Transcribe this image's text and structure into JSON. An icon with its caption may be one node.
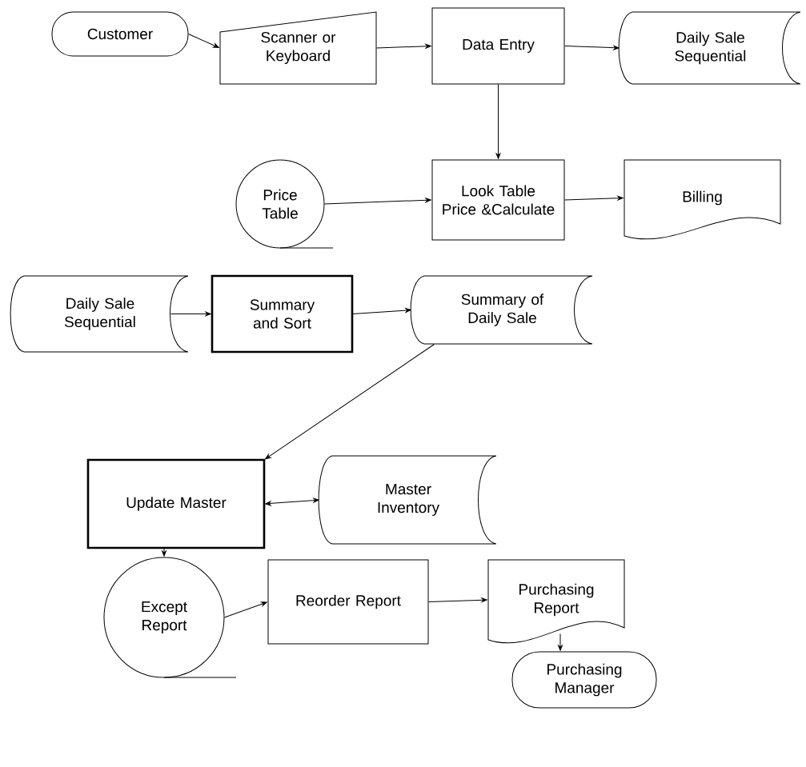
{
  "diagram": {
    "nodes": [
      {
        "text": [
          "Customer"
        ]
      },
      {
        "text": [
          "Scanner or Keyboard"
        ]
      },
      {
        "text": [
          "Data Entry"
        ]
      },
      {
        "text": [
          "Daily Sale Sequential"
        ]
      },
      {
        "text": [
          "Price Table"
        ]
      },
      {
        "text": [
          "Look Table Price &Calculate"
        ]
      },
      {
        "text": [
          "Billing"
        ]
      },
      {
        "text": [
          "Daily Sale Sequential"
        ]
      },
      {
        "text": [
          "Summary and Sort"
        ]
      },
      {
        "text": [
          "Summary of Daily Sale"
        ]
      },
      {
        "text": [
          "Update Master"
        ]
      },
      {
        "text": [
          "Master Inventory"
        ]
      },
      {
        "text": [
          "Except Report"
        ]
      },
      {
        "text": [
          "Reorder Report"
        ]
      },
      {
        "text": [
          "Purchasing Report"
        ]
      },
      {
        "text": [
          "Purchasing Manager"
        ]
      }
    ],
    "edges": [
      {
        "from": 0,
        "to": 1,
        "arrow": "to"
      },
      {
        "from": 1,
        "to": 2,
        "arrow": "to"
      },
      {
        "from": 2,
        "to": 3,
        "arrow": "to"
      },
      {
        "from": 2,
        "to": 5,
        "arrow": "to"
      },
      {
        "from": 4,
        "to": 5,
        "arrow": "to"
      },
      {
        "from": 5,
        "to": 6,
        "arrow": "to"
      },
      {
        "from": 7,
        "to": 8,
        "arrow": "to"
      },
      {
        "from": 8,
        "to": 9,
        "arrow": "to"
      },
      {
        "from": 9,
        "to": 10,
        "arrow": "to"
      },
      {
        "from": 10,
        "to": 11,
        "arrow": "both"
      },
      {
        "from": 10,
        "to": 12,
        "arrow": "to"
      },
      {
        "from": 12,
        "to": 13,
        "arrow": "to"
      },
      {
        "from": 13,
        "to": 14,
        "arrow": "to"
      },
      {
        "from": 14,
        "to": 15,
        "arrow": "to"
      }
    ]
  }
}
